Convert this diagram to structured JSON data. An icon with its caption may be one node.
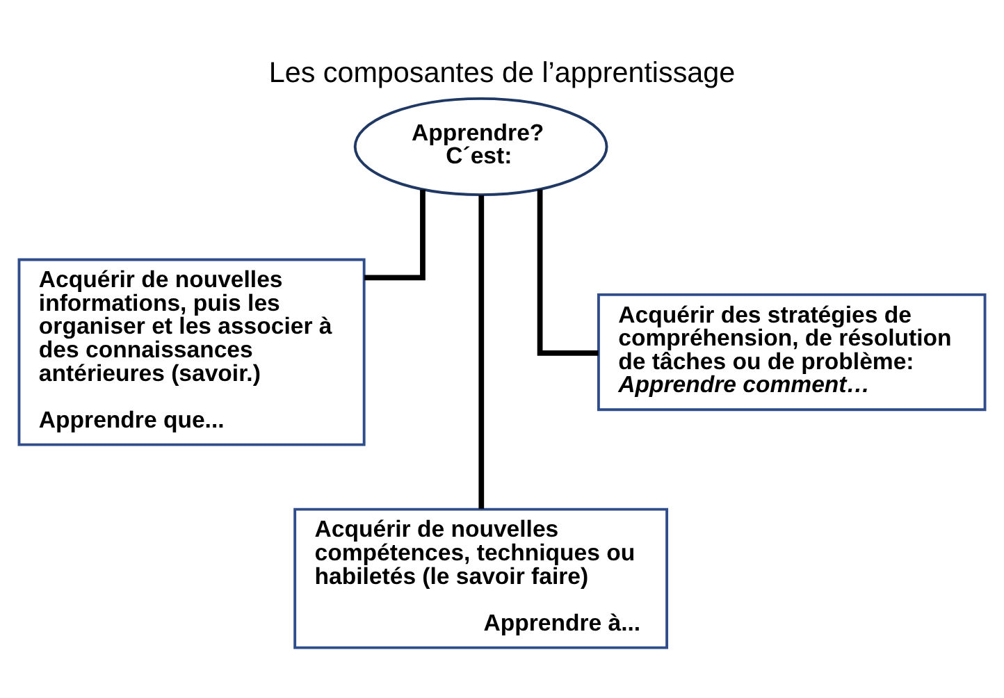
{
  "diagram": {
    "title": "Les composantes de l’apprentissage",
    "nodes": [
      {
        "text": [
          "Apprendre? C´est:"
        ]
      },
      {
        "text": [
          "Acquérir de nouvelles informations, puis les organiser et les associer à des connaissances antérieures (savoir.)",
          "Apprendre que..."
        ]
      },
      {
        "text": [
          "Acquérir des stratégies de compréhension, de résolution de tâches ou de problème:",
          "Apprendre comment…"
        ]
      },
      {
        "text": [
          "Acquérir de nouvelles compétences, techniques ou habiletés (le savoir faire)",
          "Apprendre à..."
        ]
      }
    ],
    "edges": [
      {
        "from": 0,
        "to": 1,
        "arrow": "none"
      },
      {
        "from": 0,
        "to": 3,
        "arrow": "none"
      },
      {
        "from": 0,
        "to": 2,
        "arrow": "none"
      }
    ]
  }
}
